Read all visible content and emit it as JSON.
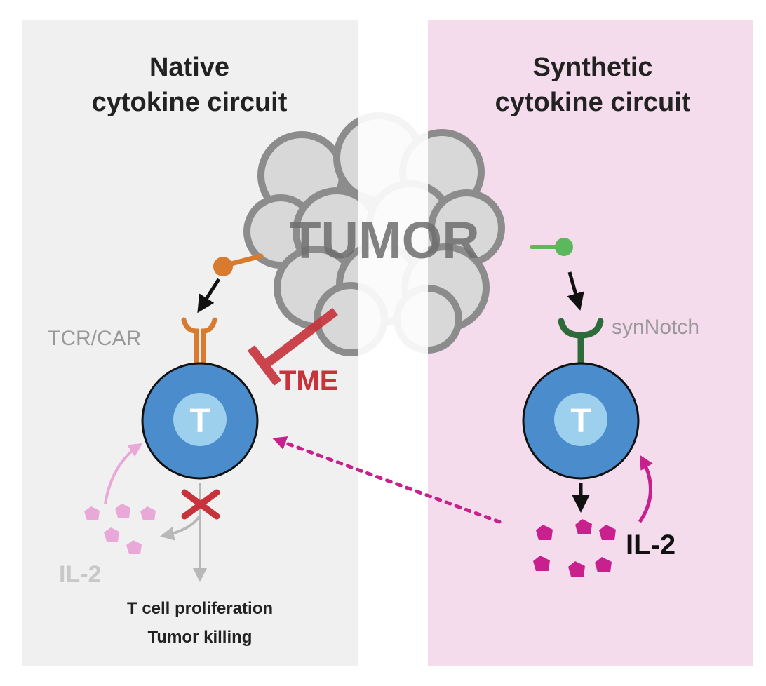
{
  "left_panel": {
    "title_line1": "Native",
    "title_line2": "cytokine circuit",
    "receptor_label": "TCR/CAR",
    "cell_label": "T",
    "inhibitor_label": "TME",
    "cytokine_label": "IL-2",
    "outcome_line1": "T cell proliferation",
    "outcome_line2": "Tumor killing"
  },
  "right_panel": {
    "title_line1": "Synthetic",
    "title_line2": "cytokine circuit",
    "receptor_label": "synNotch",
    "cell_label": "T",
    "cytokine_label": "IL-2"
  },
  "center": {
    "tumor_label": "TUMOR"
  },
  "colors": {
    "left_bg": "#f0f0f0",
    "right_bg": "#f4dcec",
    "tumor": "#d8d8d8",
    "tumor_outline": "#8c8c8c",
    "t_cell": "#4a8ccc",
    "t_cell_inner": "#9dd0ec",
    "native_antigen": "#d97b2e",
    "synthetic_antigen": "#5cb85c",
    "synnotch": "#2e6b3a",
    "tme": "#c8323a",
    "il2_native": "#e8a8d8",
    "il2_synthetic": "#c8208c"
  }
}
